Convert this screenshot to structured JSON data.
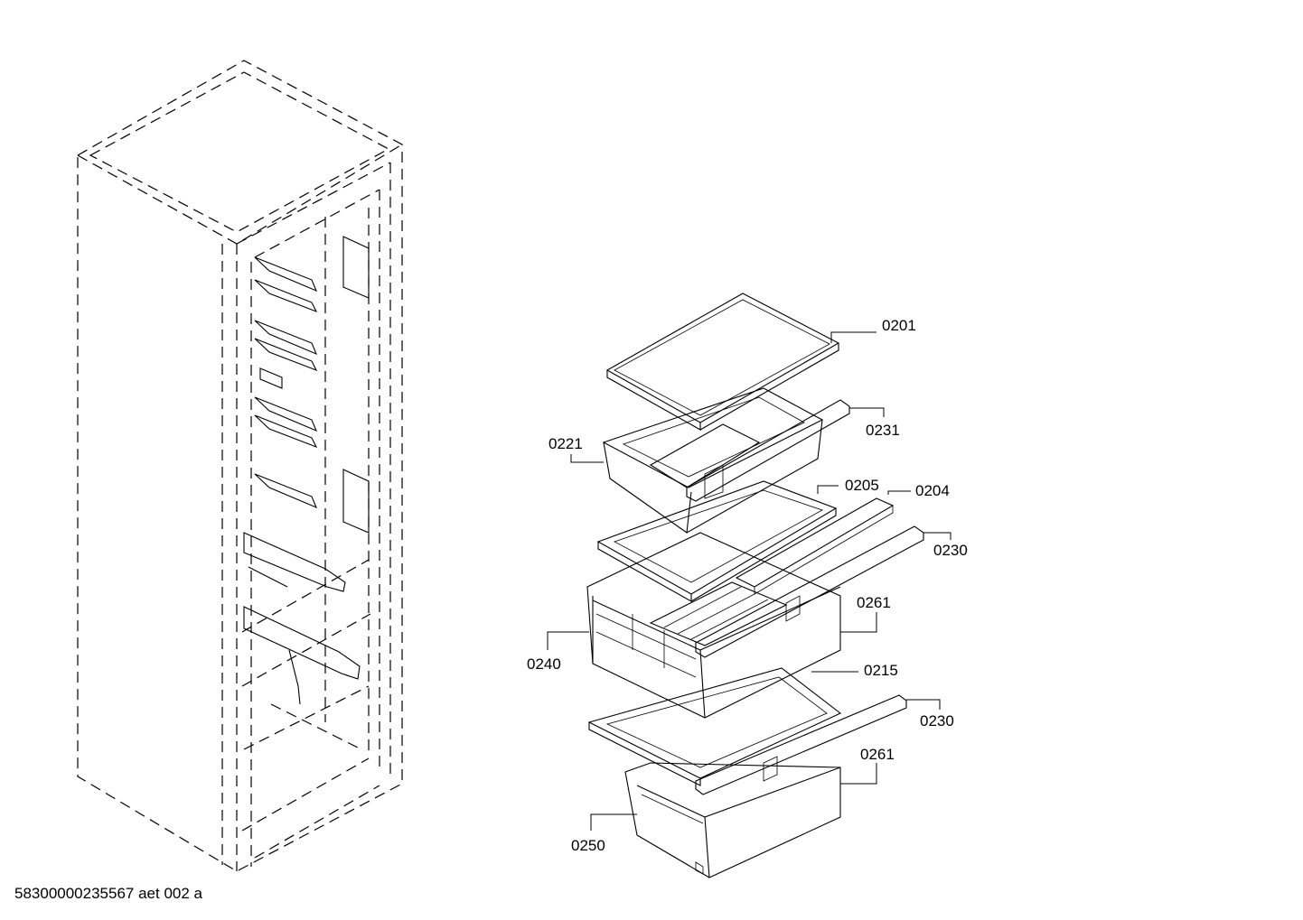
{
  "footer": {
    "document_code": "58300000235567 aet 002 a"
  },
  "callouts": [
    {
      "id": "0201",
      "label": "0201"
    },
    {
      "id": "0231",
      "label": "0231"
    },
    {
      "id": "0221",
      "label": "0221"
    },
    {
      "id": "0205",
      "label": "0205"
    },
    {
      "id": "0204",
      "label": "0204"
    },
    {
      "id": "0230a",
      "label": "0230"
    },
    {
      "id": "0261a",
      "label": "0261"
    },
    {
      "id": "0240",
      "label": "0240"
    },
    {
      "id": "0215",
      "label": "0215"
    },
    {
      "id": "0230b",
      "label": "0230"
    },
    {
      "id": "0261b",
      "label": "0261"
    },
    {
      "id": "0250",
      "label": "0250"
    }
  ]
}
